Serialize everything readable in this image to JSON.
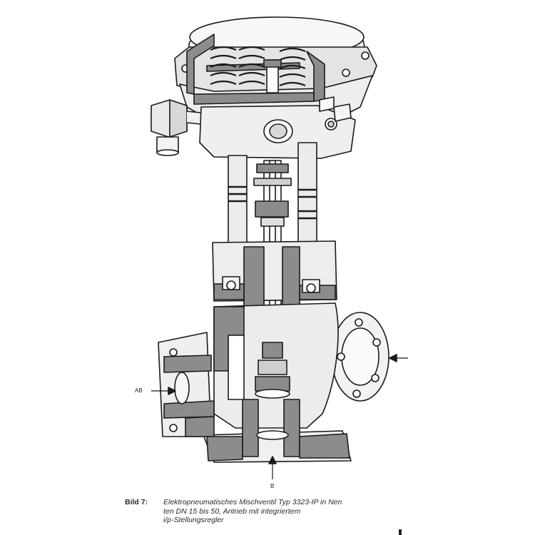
{
  "labels": {
    "port_ab": "AB",
    "port_b": "B"
  },
  "caption": {
    "figure": "Bild 7:",
    "lines": [
      "Elektropneumatisches Mischventil Typ 3323-IP in Nen",
      "ten DN 15 bis 50, Antrieb mit integriertem",
      "i/p-Stellungsregler"
    ]
  },
  "colors": {
    "line": "#1a1a1a",
    "section_fill": "#8c8c8c",
    "body_fill": "#ececec",
    "light_fill": "#f7f7f7"
  }
}
